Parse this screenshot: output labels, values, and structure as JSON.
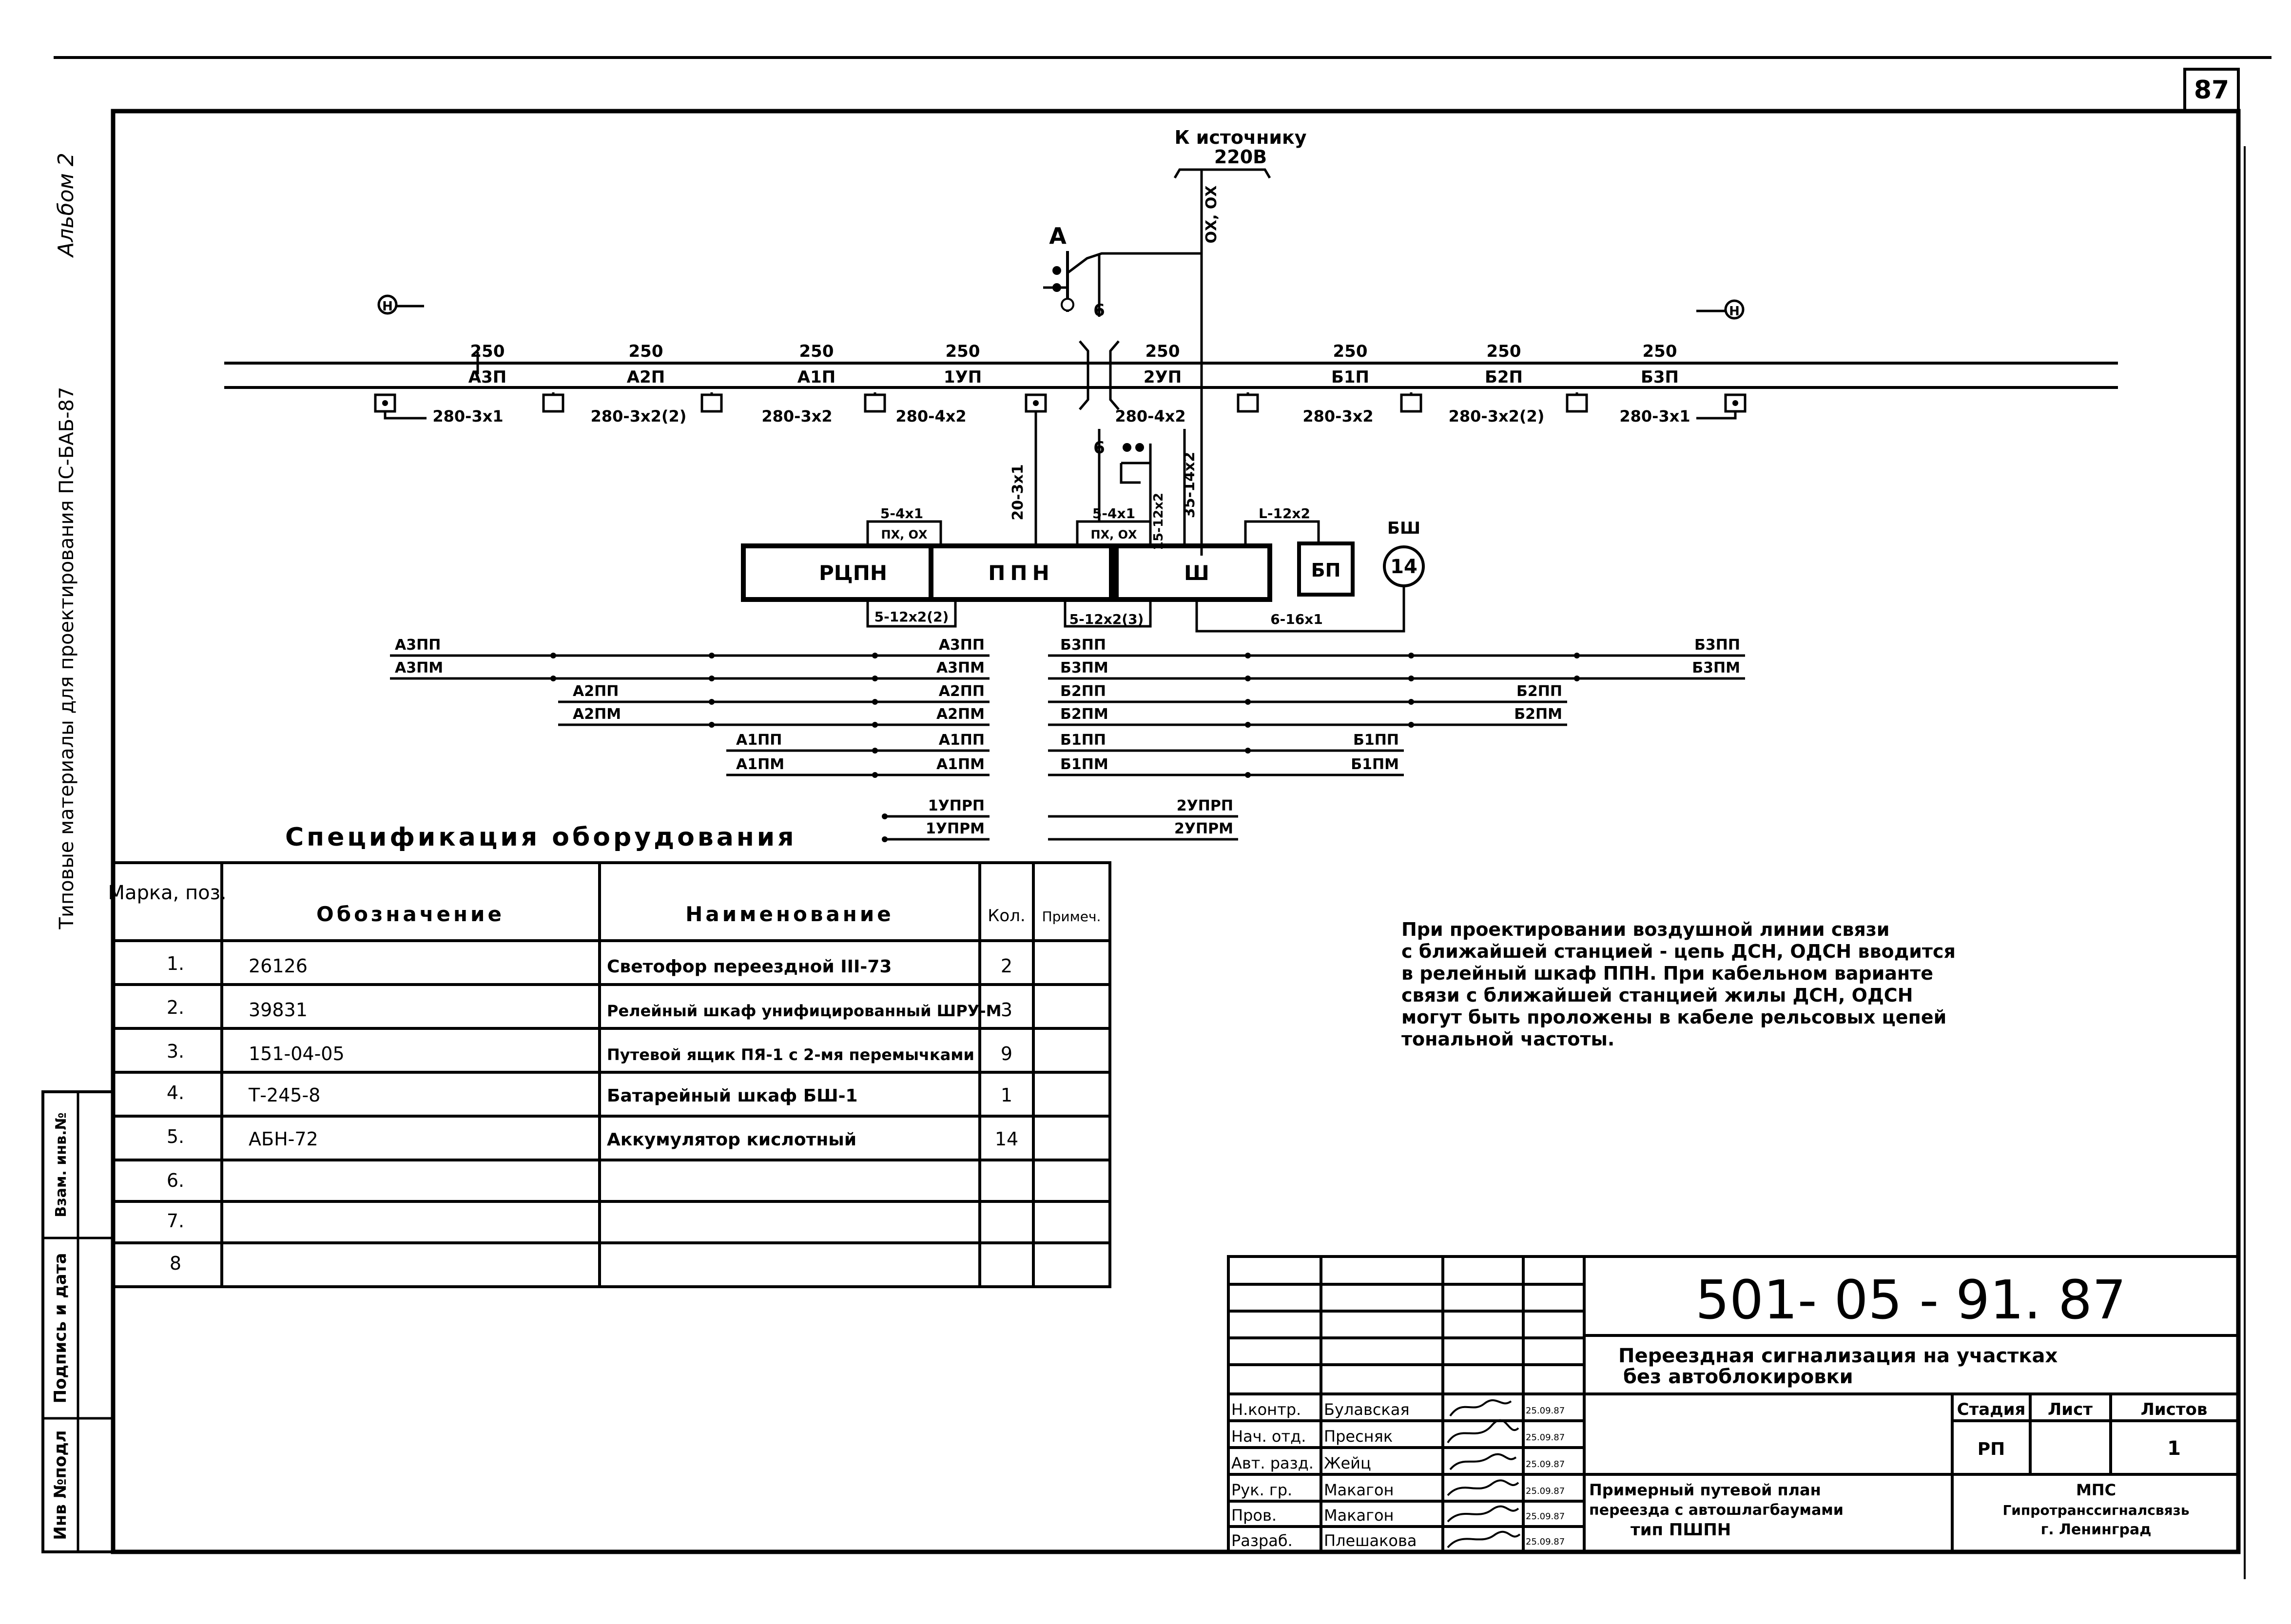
{
  "sheet": {
    "page_number": "87",
    "album": "Альбом 2",
    "series": "Типовые материалы для проектирования   ПС-БАБ-87",
    "left_stamp": [
      "Инв №подл",
      "Подпись и дата",
      "Взам. инв.№"
    ]
  },
  "diagram": {
    "source_label": [
      "К источнику",
      "220В"
    ],
    "source_cable": "ОХ, ОХ",
    "signal_a": "А",
    "dir_left": "Н",
    "dir_right": "Н",
    "track_lengths": [
      "250",
      "250",
      "250",
      "250",
      "250",
      "250",
      "250",
      "250"
    ],
    "track_sections": [
      "А3П",
      "А2П",
      "А1П",
      "1УП",
      "2УП",
      "Б1П",
      "Б2П",
      "Б3П"
    ],
    "cables_lower": [
      "280-3х1",
      "280-3х2(2)",
      "280-3х2",
      "280-4х2",
      "280-4х2",
      "280-3х2",
      "280-3х2(2)",
      "280-3х1"
    ],
    "num_6a": "6",
    "num_6b": "6",
    "vcable_1": "20-3х1",
    "vcable_2": "35-14х2",
    "vcable_3": "15-12х2",
    "box_rcpn": "РЦПН",
    "box_ppn": "ППН",
    "box_sh": "Ш",
    "box_bp": "БП",
    "bsh_label": "БШ",
    "bsh_num": "14",
    "cab_5_4": "5-4х1",
    "cab_pxox": "ПХ, ОХ",
    "cab_5_4b": "5-4х1",
    "cab_pxoxb": "ПХ, ОХ",
    "cab_l12": "L-12х2",
    "cab_5_12": "5-12х2(2)",
    "cab_5_12b": "5-12х2(3)",
    "cab_6_16": "6-16х1",
    "wires": [
      {
        "l": "А3ПП",
        "lr": "А3ПП",
        "r": "Б3ПП",
        "rl": "Б3ПП"
      },
      {
        "l": "А3ПМ",
        "lr": "А3ПМ",
        "r": "Б3ПМ",
        "rl": "Б3ПМ"
      },
      {
        "l": "А2ПП",
        "lr": "А2ПП",
        "r": "Б2ПП",
        "rl": "Б2ПП"
      },
      {
        "l": "А2ПМ",
        "lr": "А2ПМ",
        "r": "Б2ПМ",
        "rl": "Б2ПМ"
      },
      {
        "l": "А1ПП",
        "lr": "А1ПП",
        "r": "Б1ПП",
        "rl": "Б1ПП"
      },
      {
        "l": "А1ПМ",
        "lr": "А1ПМ",
        "r": "Б1ПМ",
        "rl": "Б1ПМ"
      },
      {
        "l": "",
        "lr": "1УПРП",
        "r": "",
        "rl": "2УПРП"
      },
      {
        "l": "",
        "lr": "1УПРМ",
        "r": "",
        "rl": "2УПРМ"
      }
    ]
  },
  "spec": {
    "title": "Спецификация   оборудования",
    "headers": [
      "Марка, поз.",
      "Обозначение",
      "Наименование",
      "Кол.",
      "Примеч."
    ],
    "rows": [
      {
        "pos": "1.",
        "code": "26126",
        "name": "Светофор переездной III-73",
        "qty": "2",
        "note": ""
      },
      {
        "pos": "2.",
        "code": "39831",
        "name": "Релейный шкаф унифицированный ШРУ-М",
        "qty": "3",
        "note": ""
      },
      {
        "pos": "3.",
        "code": "151-04-05",
        "name": "Путевой ящик ПЯ-1 с 2-мя перемычками",
        "qty": "9",
        "note": ""
      },
      {
        "pos": "4.",
        "code": "Т-245-8",
        "name": "Батарейный шкаф БШ-1",
        "qty": "1",
        "note": ""
      },
      {
        "pos": "5.",
        "code": "АБН-72",
        "name": "Аккумулятор кислотный",
        "qty": "14",
        "note": ""
      },
      {
        "pos": "6.",
        "code": "",
        "name": "",
        "qty": "",
        "note": ""
      },
      {
        "pos": "7.",
        "code": "",
        "name": "",
        "qty": "",
        "note": ""
      },
      {
        "pos": "8",
        "code": "",
        "name": "",
        "qty": "",
        "note": ""
      }
    ]
  },
  "note": [
    "При проектировании воздушной линии связи",
    "с ближайшей станцией - цепь ДСН, ОДСН вводится",
    "в релейный шкаф ППН. При кабельном варианте",
    "связи с ближайшей станцией жилы ДСН, ОДСН",
    "могут быть проложены в кабеле рельсовых цепей",
    "тональной частоты."
  ],
  "title_block": {
    "doc_number": "501- 05 - 91. 87",
    "project": [
      "Переездная сигнализация на участках",
      "без автоблокировки"
    ],
    "stage_label": "Стадия",
    "sheet_label": "Лист",
    "sheets_label": "Листов",
    "stage": "РП",
    "sheet": "",
    "sheets": "1",
    "drawing": [
      "Примерный путевой план",
      "переезда с автошлагбаумами",
      "тип ПШПН"
    ],
    "org": [
      "МПС",
      "Гипротранссигналсвязь",
      "г. Ленинград"
    ],
    "signers": [
      {
        "role": "Н.контр.",
        "name": "Булавская",
        "date": "25.09.87"
      },
      {
        "role": "Нач. отд.",
        "name": "Пресняк",
        "date": "25.09.87"
      },
      {
        "role": "Авт. разд.",
        "name": "Жейц",
        "date": "25.09.87"
      },
      {
        "role": "Рук. гр.",
        "name": "Макагон",
        "date": "25.09.87"
      },
      {
        "role": "Пров.",
        "name": "Макагон",
        "date": "25.09.87"
      },
      {
        "role": "Разраб.",
        "name": "Плешакова",
        "date": "25.09.87"
      }
    ]
  }
}
